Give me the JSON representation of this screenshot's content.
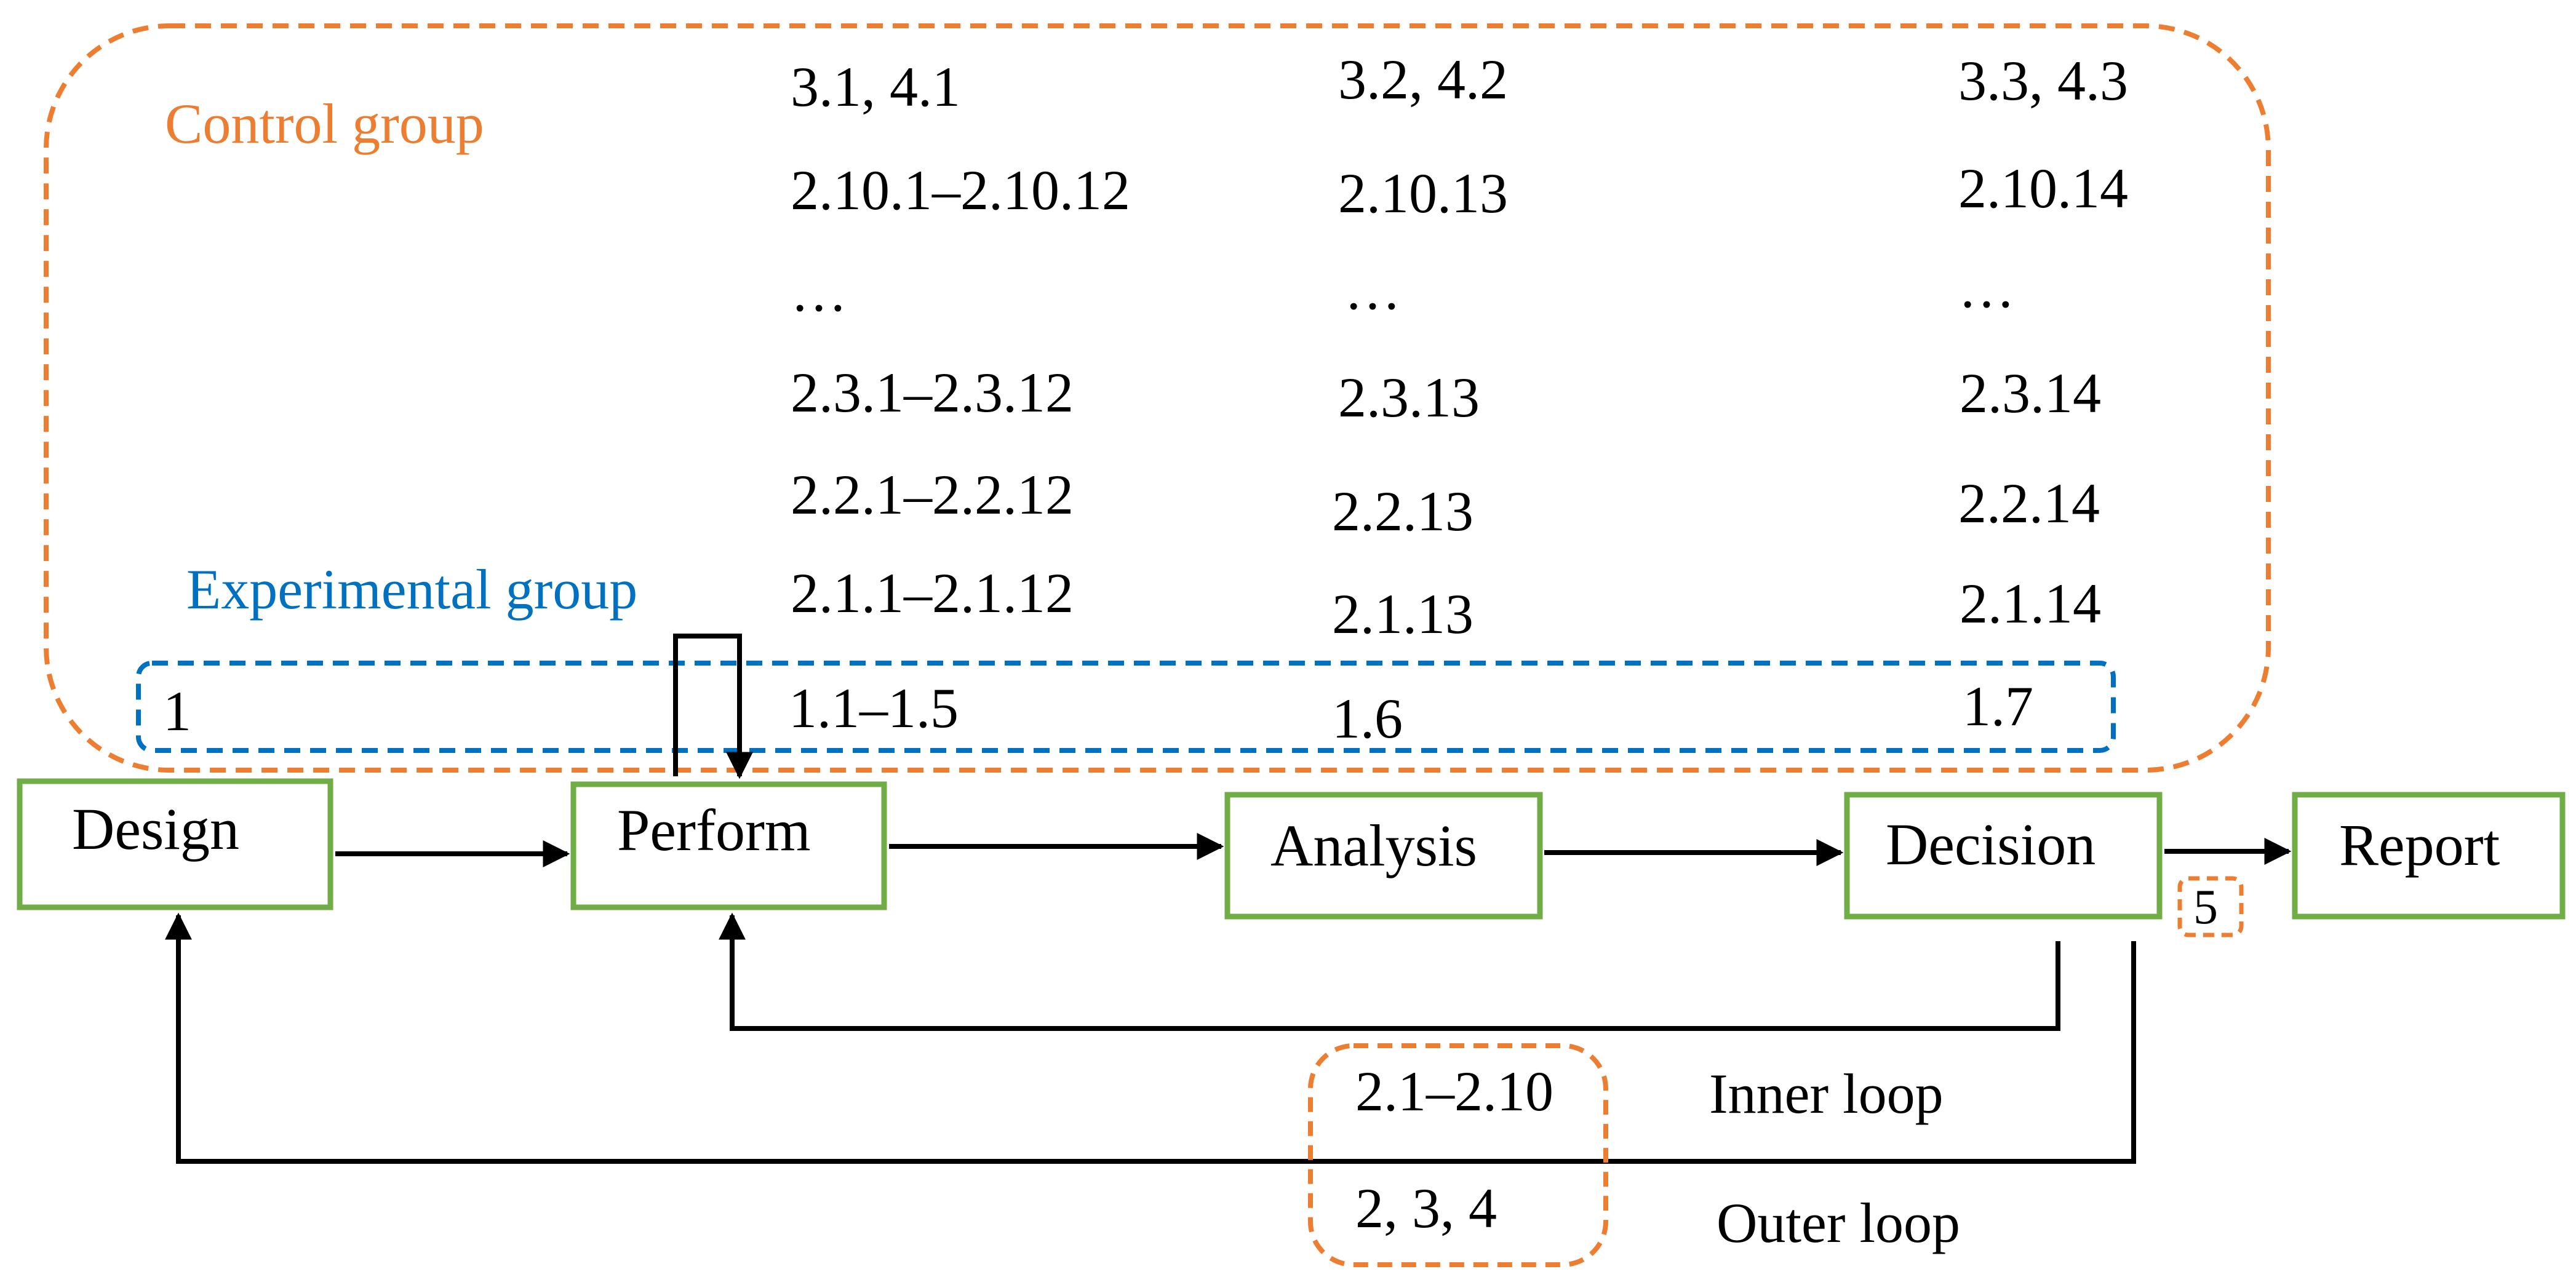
{
  "groups": {
    "control_label": "Control group",
    "experimental_label": "Experimental group"
  },
  "stages": {
    "design": "Design",
    "perform": "Perform",
    "analysis": "Analysis",
    "decision": "Decision",
    "report": "Report"
  },
  "rows": {
    "r1": [
      "3.1, 4.1",
      "3.2, 4.2",
      "3.3, 4.3"
    ],
    "r2": [
      "2.10.1–2.10.12",
      "2.10.13",
      "2.10.14"
    ],
    "r3": [
      "…",
      "…",
      "…"
    ],
    "r4": [
      "2.3.1–2.3.12",
      "2.3.13",
      "2.3.14"
    ],
    "r5": [
      "2.2.1–2.2.12",
      "2.2.13",
      "2.2.14"
    ],
    "r6": [
      "2.1.1–2.1.12",
      "2.1.13",
      "2.1.14"
    ]
  },
  "experimental_row": [
    "1",
    "1.1–1.5",
    "1.6",
    "1.7"
  ],
  "report_step": "5",
  "loops": {
    "inner_range": "2.1–2.10",
    "outer_range": "2, 3, 4",
    "inner_label": "Inner loop",
    "outer_label": "Outer loop"
  },
  "colors": {
    "control_border": "#ED7D31",
    "experimental_border": "#0070C0",
    "stage_border": "#70AD47",
    "arrow": "#000000"
  }
}
